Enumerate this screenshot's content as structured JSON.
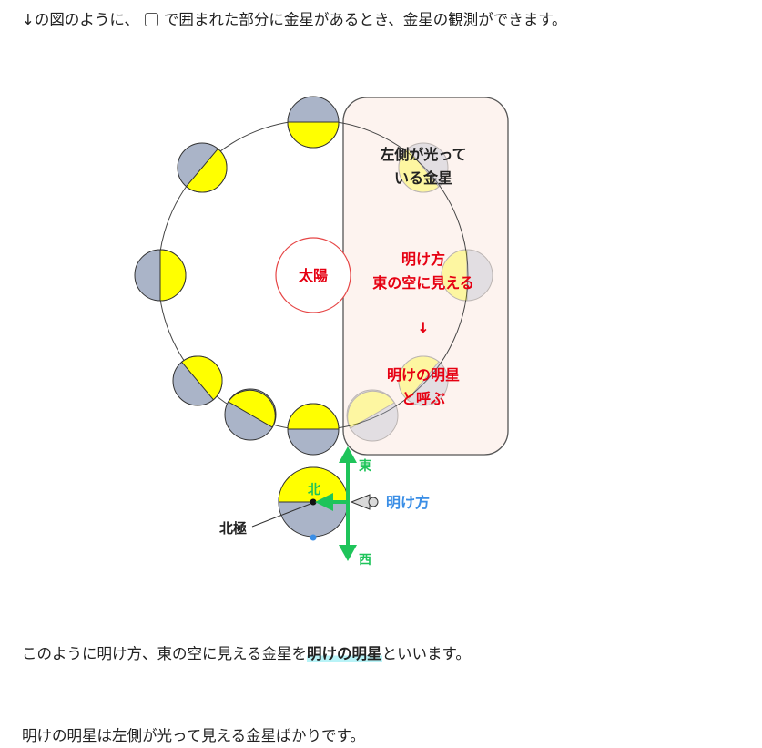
{
  "intro": {
    "prefix": "↓の図のように、",
    "suffix": "で囲まれた部分に金星があるとき、金星の観測ができます。"
  },
  "diagram": {
    "sun_label": "太陽",
    "panel_title_line1": "左側が光って",
    "panel_title_line2": "いる金星",
    "dawn_line1": "明け方",
    "dawn_line2": "東の空に見える",
    "arrow_glyph": "↓",
    "name_line1": "明けの明星",
    "name_line2": "と呼ぶ",
    "earth_north": "北",
    "north_pole": "北極",
    "dir_east": "東",
    "dir_west": "西",
    "observer_label": "明け方",
    "colors": {
      "venus_lit": "#ffff00",
      "venus_dark": "#aab4c8",
      "panel_fill": "#fdf3ef",
      "sun_stroke": "#e64646",
      "red_text": "#e60012",
      "arrow_green": "#1ec45a",
      "blue_label": "#3a8ee6"
    }
  },
  "summary": {
    "prefix": "このように明け方、東の空に見える金星を",
    "bold": "明けの明星",
    "suffix": "といいます。"
  },
  "note": "明けの明星は左側が光って見える金星ばかりです。"
}
